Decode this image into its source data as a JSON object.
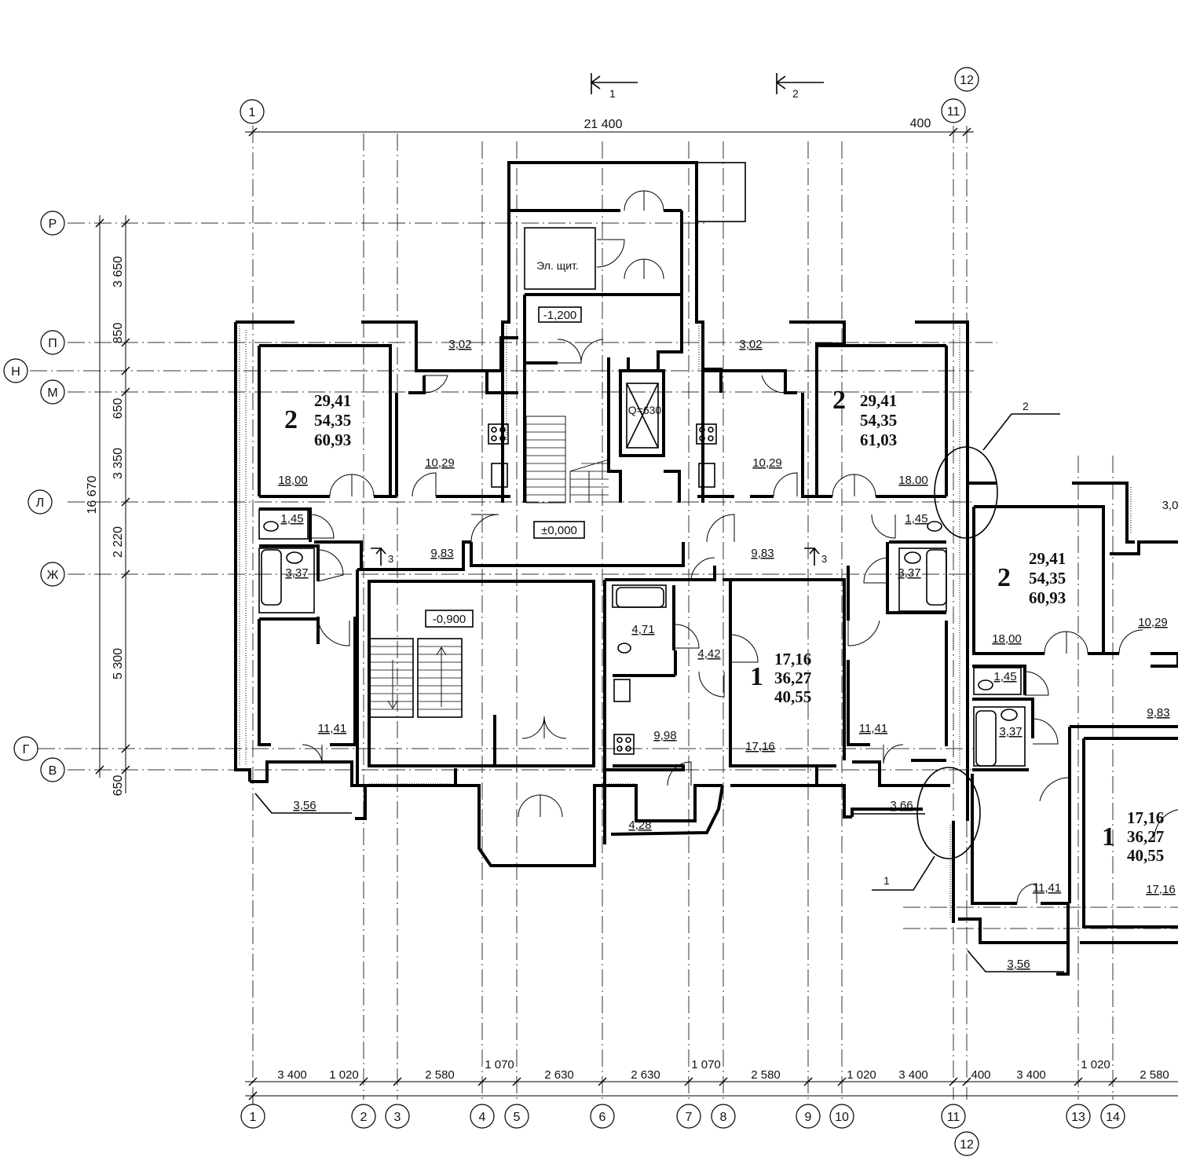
{
  "axes_bottom": [
    {
      "label": "1"
    },
    {
      "label": "2"
    },
    {
      "label": "3"
    },
    {
      "label": "4"
    },
    {
      "label": "5"
    },
    {
      "label": "6"
    },
    {
      "label": "7"
    },
    {
      "label": "8"
    },
    {
      "label": "9"
    },
    {
      "label": "10"
    },
    {
      "label": "11"
    },
    {
      "label": "12"
    },
    {
      "label": "13"
    },
    {
      "label": "14"
    }
  ],
  "axes_top": [
    {
      "label": "1"
    },
    {
      "label": "11"
    },
    {
      "label": "12"
    }
  ],
  "axes_left": [
    {
      "label": "Р"
    },
    {
      "label": "П"
    },
    {
      "label": "Н"
    },
    {
      "label": "М"
    },
    {
      "label": "Л"
    },
    {
      "label": "Ж"
    },
    {
      "label": "Г"
    },
    {
      "label": "В"
    }
  ],
  "dims_bottom": [
    "3 400",
    "1 020",
    "2 580",
    "1 070",
    "2 630",
    "2 630",
    "1 070",
    "2 580",
    "1 020",
    "3 400",
    "400",
    "3 400",
    "1 020",
    "2 580"
  ],
  "dims_top": {
    "total": "21 400",
    "right": "400"
  },
  "dims_left": {
    "total": "16 670",
    "segments": [
      "3 650",
      "850",
      "650",
      "3 350",
      "2 220",
      "5 300",
      "650"
    ]
  },
  "section_marks": [
    {
      "label": "1"
    },
    {
      "label": "2"
    }
  ],
  "callouts": [
    {
      "label": "2"
    },
    {
      "label": "1"
    }
  ],
  "stair_marks": [
    {
      "label": "3"
    },
    {
      "label": "3"
    }
  ],
  "levels": {
    "entry": "-1,200",
    "floor": "±0,000",
    "basement": "-0,900"
  },
  "labels": {
    "elec": "Эл. щит.",
    "lift": "Q=630"
  },
  "apartments": [
    {
      "rooms": "2",
      "living": "29,41",
      "useful": "54,35",
      "total": "60,93"
    },
    {
      "rooms": "2",
      "living": "29,41",
      "useful": "54,35",
      "total": "61,03"
    },
    {
      "rooms": "1",
      "living": "17,16",
      "useful": "36,27",
      "total": "40,55"
    },
    {
      "rooms": "2",
      "living": "29,41",
      "useful": "54,35",
      "total": "60,93"
    },
    {
      "rooms": "1",
      "living": "17,16",
      "useful": "36,27",
      "total": "40,55"
    }
  ],
  "room_areas": [
    "3,02",
    "3,02",
    "10,29",
    "10,29",
    "18,00",
    "18.00",
    "1,45",
    "1,45",
    "3,37",
    "3,37",
    "9,83",
    "9,83",
    "11,41",
    "11,41",
    "3,56",
    "3,66",
    "4,71",
    "4,42",
    "9,98",
    "17,16",
    "4,28",
    "3,0",
    "18,00",
    "10,29",
    "1,45",
    "9,83",
    "3,37",
    "11,41",
    "17,16",
    "3,56"
  ]
}
